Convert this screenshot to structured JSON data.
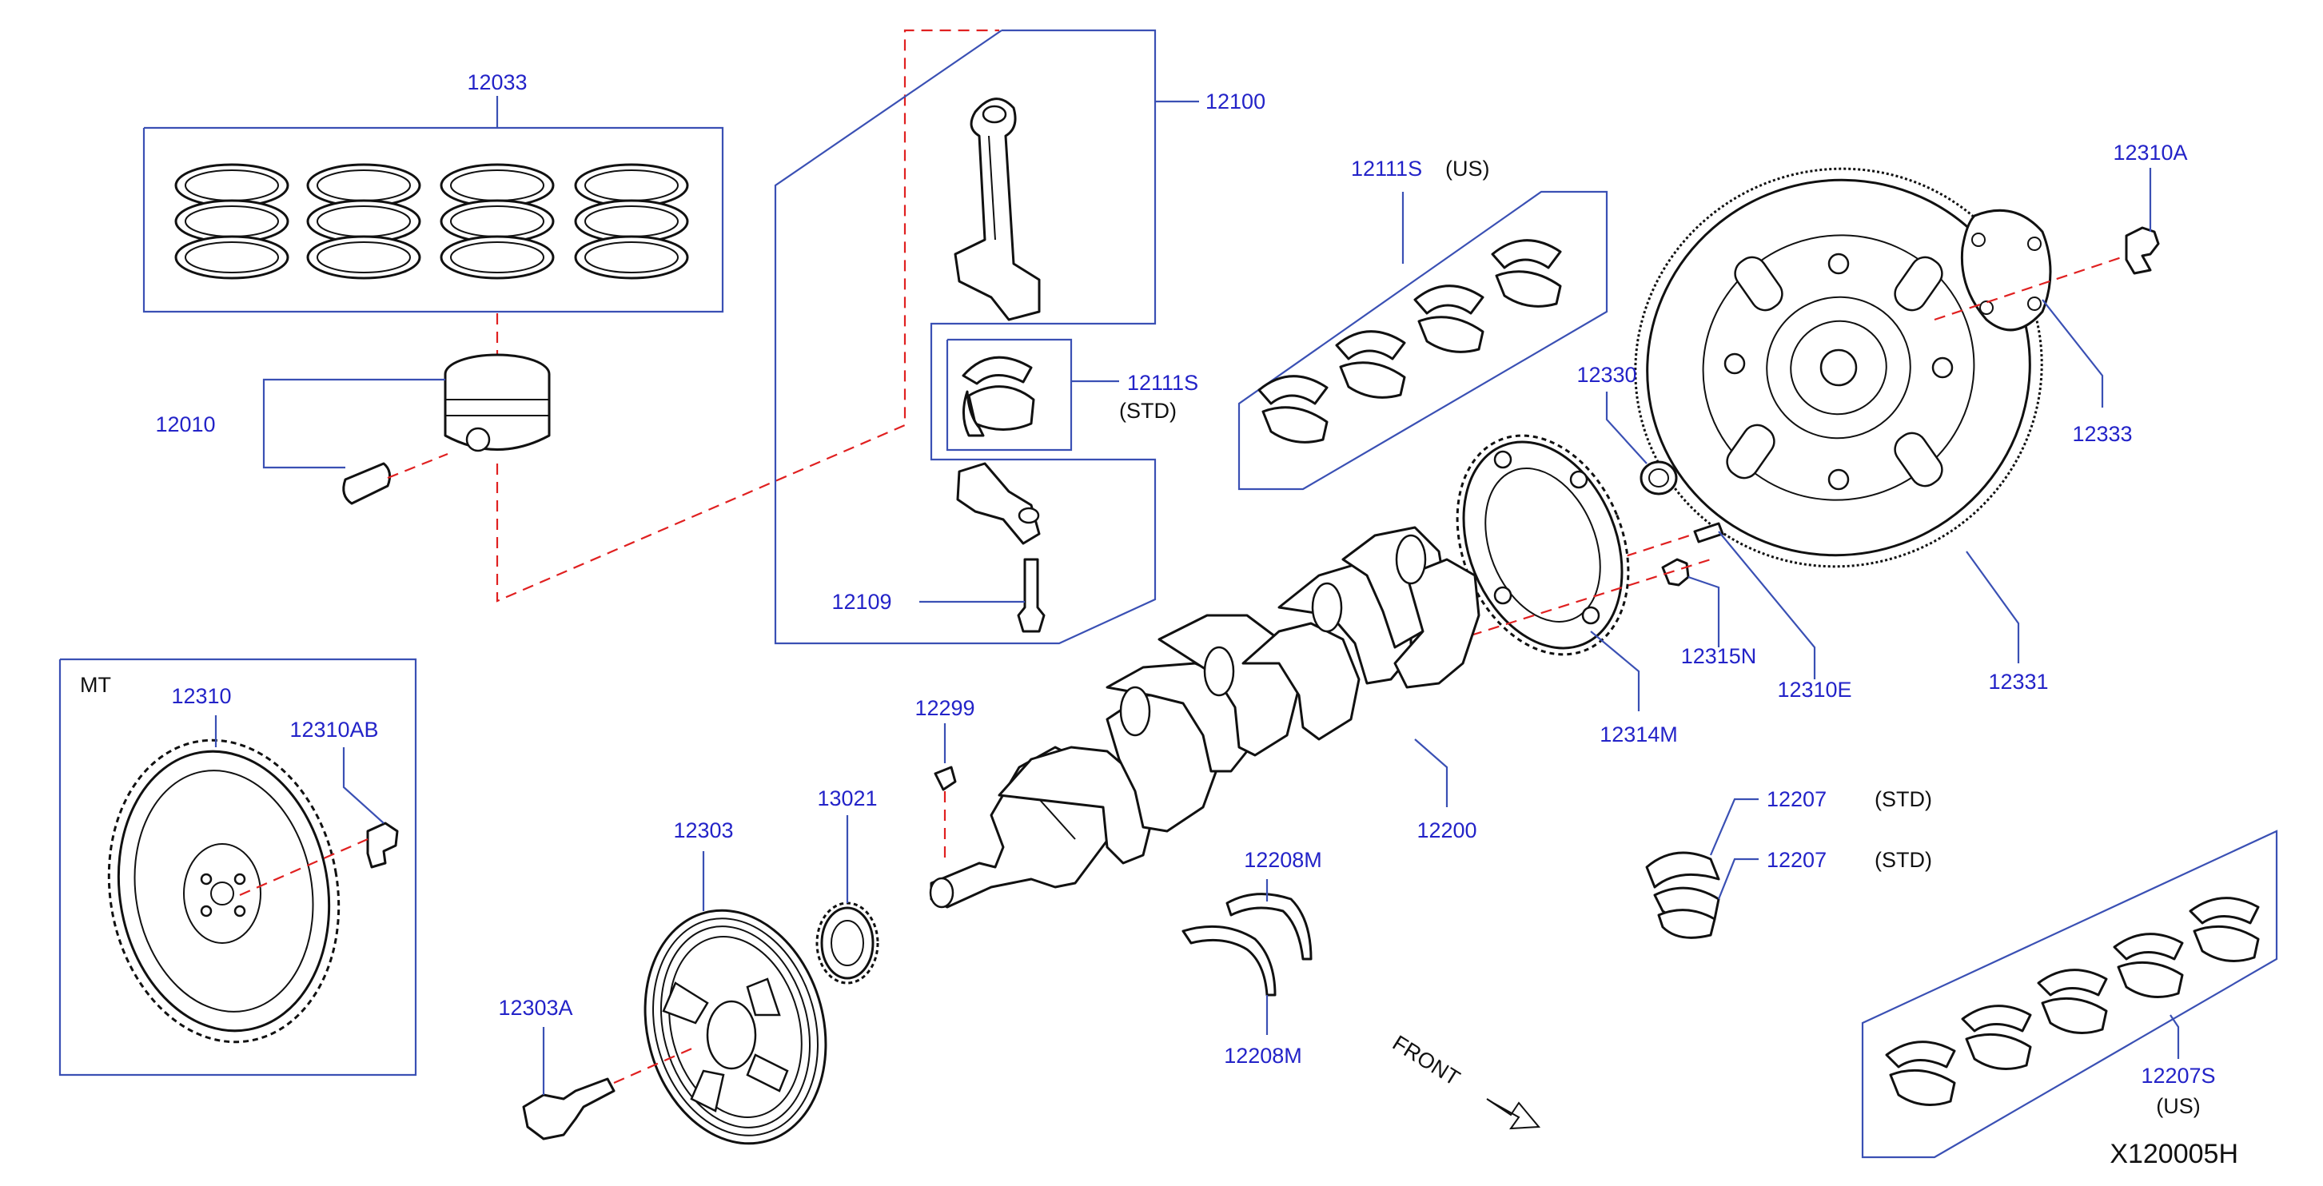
{
  "diagram": {
    "reference_code": "X120005H",
    "front_label": "FRONT",
    "mt_label": "MT",
    "colors": {
      "part_number": "#2323c8",
      "leader_line": "#3a50b4",
      "center_line": "#e02020",
      "outline": "#111111"
    },
    "callouts": {
      "p12033": "12033",
      "p12010": "12010",
      "p12100": "12100",
      "p12111s_us": "12111S",
      "p12111s_us_note": "(US)",
      "p12111s_std": "12111S",
      "p12111s_std_note": "(STD)",
      "p12109": "12109",
      "p12310a": "12310A",
      "p12333": "12333",
      "p12330": "12330",
      "p12315n": "12315N",
      "p12310e": "12310E",
      "p12331": "12331",
      "p12314m": "12314M",
      "p12200": "12200",
      "p12299": "12299",
      "p13021": "13021",
      "p12303": "12303",
      "p12303a": "12303A",
      "p12208m_top": "12208M",
      "p12208m_bottom": "12208M",
      "p12310": "12310",
      "p12310ab": "12310AB",
      "p12207_top": "12207",
      "p12207_top_note": "(STD)",
      "p12207_bottom": "12207",
      "p12207_bottom_note": "(STD)",
      "p12207s": "12207S",
      "p12207s_note": "(US)"
    },
    "icons": {
      "front_arrow": "front-arrow-icon"
    }
  }
}
